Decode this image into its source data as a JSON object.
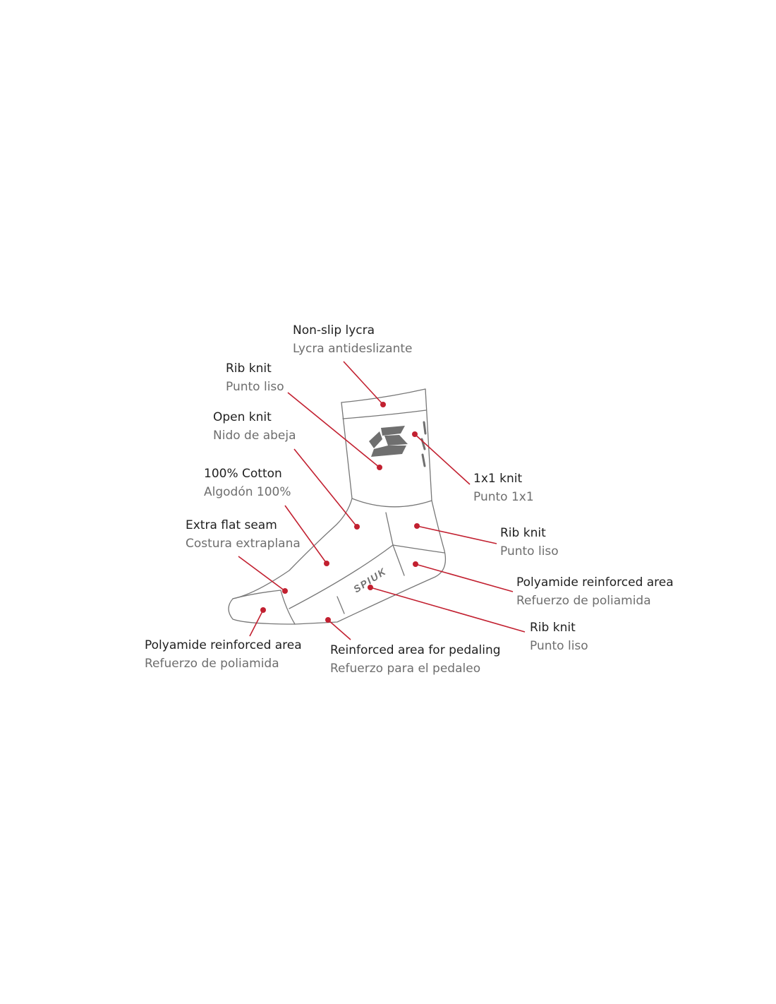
{
  "colors": {
    "callout": "#c22030",
    "outline": "#777777",
    "logo": "#6f6f6f",
    "primary_text": "#1f1f1f",
    "secondary_text": "#6e6e6e"
  },
  "diagram": {
    "brand_text": "SPIUK",
    "callouts": [
      {
        "en": "Non-slip lycra",
        "es": "Lycra antideslizante"
      },
      {
        "en": "Rib knit",
        "es": "Punto liso"
      },
      {
        "en": "Open knit",
        "es": "Nido de abeja"
      },
      {
        "en": "100% Cotton",
        "es": "Algodón 100%"
      },
      {
        "en": "Extra flat seam",
        "es": "Costura extraplana"
      },
      {
        "en": "Polyamide reinforced area",
        "es": "Refuerzo de poliamida"
      },
      {
        "en": "Reinforced area for pedaling",
        "es": "Refuerzo para el pedaleo"
      },
      {
        "en": "1x1 knit",
        "es": "Punto 1x1"
      },
      {
        "en": "Rib knit",
        "es": "Punto liso"
      },
      {
        "en": "Polyamide reinforced area",
        "es": "Refuerzo de poliamida"
      },
      {
        "en": "Rib knit",
        "es": "Punto liso"
      }
    ]
  }
}
